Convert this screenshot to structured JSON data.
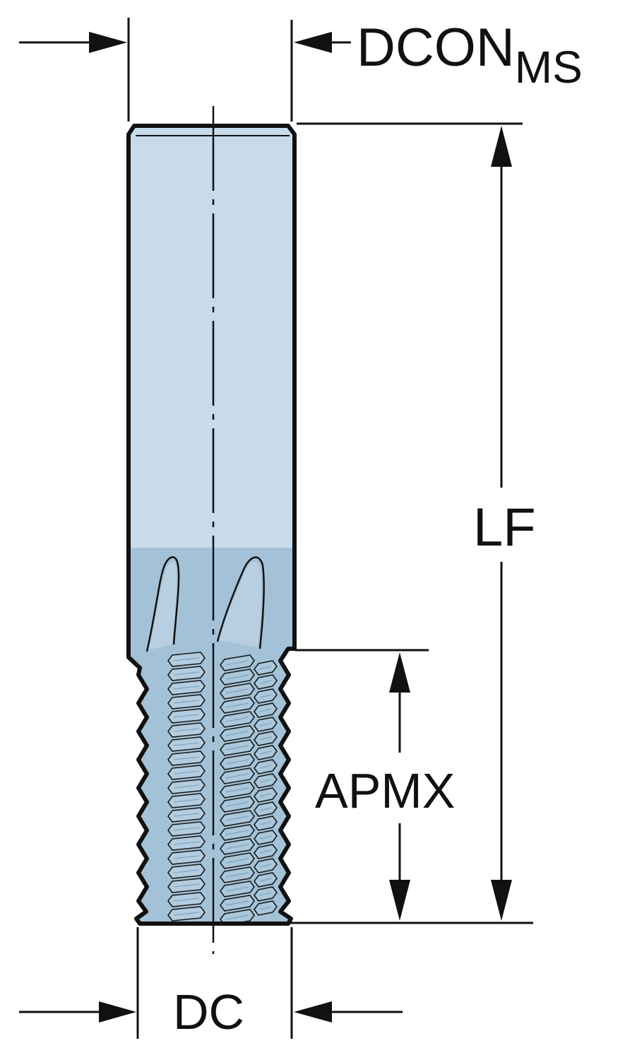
{
  "labels": {
    "dcon": "DCON",
    "dcon_sub": "MS",
    "lf": "LF",
    "apmx": "APMX",
    "dc": "DC"
  },
  "colors": {
    "shank": "#c7dbea",
    "flute": "#a3c2d7",
    "thread_edge": "#7fa4bf",
    "line": "#111111"
  }
}
